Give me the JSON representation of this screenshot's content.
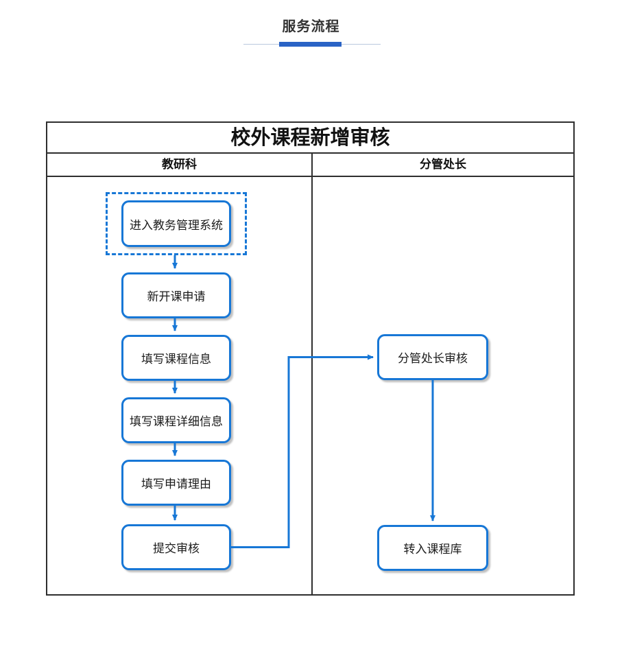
{
  "header": {
    "title": "服务流程"
  },
  "flowchart": {
    "title": "校外课程新增审核",
    "columns": [
      {
        "label": "教研科"
      },
      {
        "label": "分管处长"
      }
    ],
    "nodes": [
      {
        "id": "enter-system",
        "label": "进入教务管理系统",
        "column": "教研科",
        "start": true
      },
      {
        "id": "new-course-application",
        "label": "新开课申请",
        "column": "教研科"
      },
      {
        "id": "fill-course-info",
        "label": "填写课程信息",
        "column": "教研科"
      },
      {
        "id": "fill-course-detail",
        "label": "填写课程详细信息",
        "column": "教研科"
      },
      {
        "id": "fill-apply-reason",
        "label": "填写申请理由",
        "column": "教研科"
      },
      {
        "id": "submit-review",
        "label": "提交审核",
        "column": "教研科"
      },
      {
        "id": "director-review",
        "label": "分管处长审核",
        "column": "分管处长"
      },
      {
        "id": "to-course-library",
        "label": "转入课程库",
        "column": "分管处长"
      }
    ],
    "edges": [
      {
        "from": "enter-system",
        "to": "new-course-application"
      },
      {
        "from": "new-course-application",
        "to": "fill-course-info"
      },
      {
        "from": "fill-course-info",
        "to": "fill-course-detail"
      },
      {
        "from": "fill-course-detail",
        "to": "fill-apply-reason"
      },
      {
        "from": "fill-apply-reason",
        "to": "submit-review"
      },
      {
        "from": "submit-review",
        "to": "director-review"
      },
      {
        "from": "director-review",
        "to": "to-course-library"
      }
    ],
    "colors": {
      "node_border": "#1777d6",
      "arrow": "#1777d6",
      "frame_border": "#2e2e2e",
      "accent_bar": "#2a63c5"
    }
  }
}
